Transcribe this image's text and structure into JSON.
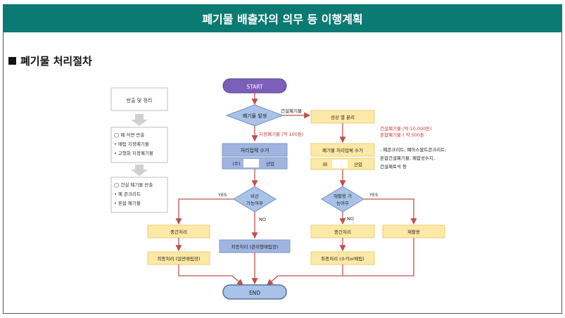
{
  "banner": {
    "title": "폐기물 배출자의 의무 등 이행계획"
  },
  "section": {
    "title": "폐기물  처리절차"
  },
  "flow": {
    "start": "START",
    "end": "END",
    "decision_waste": "폐기물 발생",
    "label_construction": "건설폐기물",
    "label_designated": "지정폐기물 (약 100톤)",
    "box_collect": "처리업체 수거",
    "box_collect_company": "(주)",
    "box_collect_company_suffix": "산업",
    "box_separate": "성상 별 분리",
    "amount_construction": "건설폐기물 (약 10,000톤)",
    "amount_mixed": "혼합폐기물 ( 약 500톤",
    "box_collect2": "폐기물 처리업체 수거",
    "box_collect2_company": "㈜",
    "box_collect2_company_suffix": "산업",
    "note_1": "- 폐콘크리트, 폐아스팔트콘크리트,",
    "note_2": "혼합건설폐기물, 폐합성수지,",
    "note_3": "건설폐토석 등",
    "decision_recyclable": "재활용 가\n능여부",
    "decision_recyclable_l1": "재활용 가",
    "decision_recyclable_l2": "능여부",
    "decision_sorting": "비산\n가능여부",
    "decision_sorting_l1": "비산",
    "decision_sorting_l2": "가능여부",
    "yes": "YES",
    "no": "NO",
    "box_mid_left": "중간처리",
    "box_final_left": "최종처리 (일반매립장)",
    "box_final_center": "최종처리 (관리형매립장)",
    "box_mid_right": "중간처리",
    "box_recycle": "재활용",
    "box_final_right": "최종처리 (소각or매립)",
    "left_box1": "반출 및 정리",
    "left_box2_l1": "◯ 폐 석면 반출",
    "left_box2_l2": "• 매립 지정폐기물",
    "left_box2_l3": "• 고형화 지정폐기물",
    "left_box3_l1": "◯ 건설 폐기물 반출",
    "left_box3_l2": "• 폐 콘크리트",
    "left_box3_l3": "• 혼합 폐기물"
  },
  "colors": {
    "banner": "#0b7a73",
    "terminal": "#7b5fb8",
    "decision": "#a9c3e8",
    "process_blue": "#9fb4e0",
    "process_yellow": "#fde9a6",
    "arrow_red": "#c0504d",
    "label_red": "#d0342c"
  }
}
